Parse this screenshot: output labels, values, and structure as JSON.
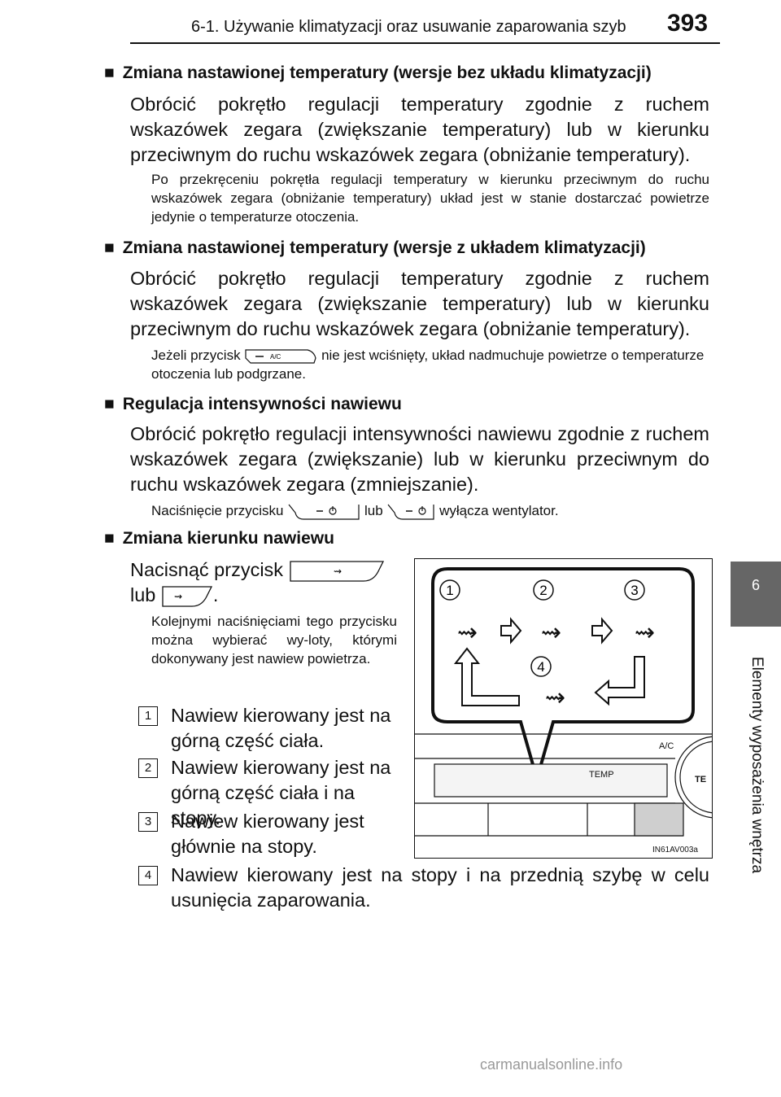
{
  "header": {
    "section": "6-1. Używanie klimatyzacji oraz usuwanie zaparowania szyb",
    "page": "393"
  },
  "side_tab": {
    "number": "6",
    "title": "Elementy wyposażenia wnętrza"
  },
  "s1": {
    "heading": "Zmiana nastawionej temperatury (wersje bez układu klimatyzacji)",
    "body": "Obrócić pokrętło regulacji temperatury zgodnie z ruchem wskazówek zegara (zwiększanie temperatury) lub w kierunku przeciwnym do ruchu wskazówek zegara (obniżanie temperatury).",
    "note": "Po przekręceniu pokrętła regulacji temperatury w kierunku przeciwnym do ruchu wskazówek zegara (obniżanie temperatury) układ jest w stanie dostarczać powietrze jedynie o temperaturze otoczenia."
  },
  "s2": {
    "heading": "Zmiana nastawionej temperatury (wersje z układem klimatyzacji)",
    "body": "Obrócić pokrętło regulacji temperatury zgodnie z ruchem wskazówek zegara (zwiększanie temperatury) lub w kierunku przeciwnym do ruchu wskazówek zegara (obniżanie temperatury).",
    "note_a": "Jeżeli przycisk",
    "note_b": "nie jest wciśnięty, układ nadmuchuje powietrze o temperaturze otoczenia lub podgrzane.",
    "ac_label": "A/C"
  },
  "s3": {
    "heading": "Regulacja intensywności nawiewu",
    "body": "Obrócić pokrętło regulacji intensywności nawiewu zgodnie z ruchem wskazówek zegara (zwiększanie) lub w kierunku przeciwnym do ruchu wskazówek zegara (zmniejszanie).",
    "note_a": "Naciśnięcie przycisku",
    "note_b": "lub",
    "note_c": "wyłącza wentylator."
  },
  "s4": {
    "heading": "Zmiana kierunku nawiewu",
    "body_a": "Nacisnąć przycisk",
    "body_b": "lub",
    "body_c": ".",
    "note": "Kolejnymi naciśnięciami tego przycisku można wybierać wy-loty, którymi dokonywany jest nawiew powietrza.",
    "items": [
      {
        "n": "1",
        "text": "Nawiew kierowany jest na górną część ciała."
      },
      {
        "n": "2",
        "text": "Nawiew kierowany jest na górną część ciała i na stopy."
      },
      {
        "n": "3",
        "text": "Nawiew kierowany jest głównie na stopy."
      },
      {
        "n": "4",
        "text": "Nawiew kierowany jest na stopy i na przednią szybę w celu usunięcia zaparowania."
      }
    ]
  },
  "figure": {
    "code": "IN61AV003a",
    "callouts": [
      "1",
      "2",
      "3",
      "4"
    ],
    "panel_labels": {
      "ac": "A/C",
      "temp": "TEMP",
      "te": "TE"
    }
  },
  "footer": {
    "watermark": "carmanualsonline.info"
  }
}
